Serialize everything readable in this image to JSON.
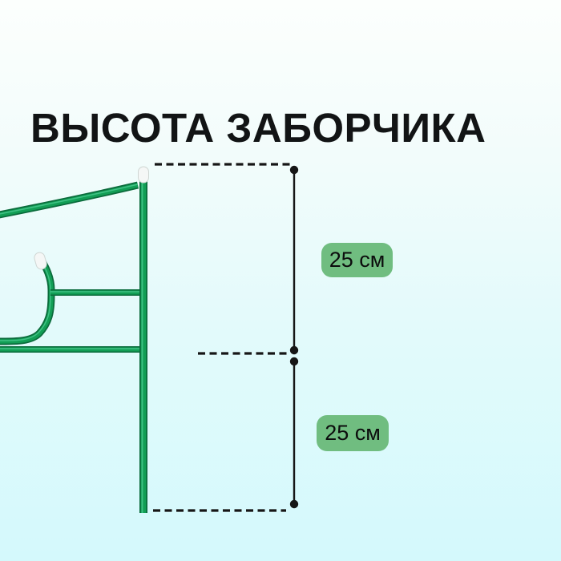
{
  "title": "ВЫСОТА ЗАБОРЧИКА",
  "diagram": {
    "subject": "garden-border-fence-section",
    "upper_measurement": "25 см",
    "lower_measurement": "25 см"
  },
  "colors": {
    "background_top": "#fcfffd",
    "background_bottom": "#d4f9fc",
    "fence_tube_dark": "#0b6b3c",
    "fence_tube_main": "#129e55",
    "fence_tube_highlight": "#2eb874",
    "tube_cap_white": "#f5f7f6",
    "badge_green": "#70bd80",
    "measurement_line_black": "#161616",
    "title_black": "#121415"
  }
}
